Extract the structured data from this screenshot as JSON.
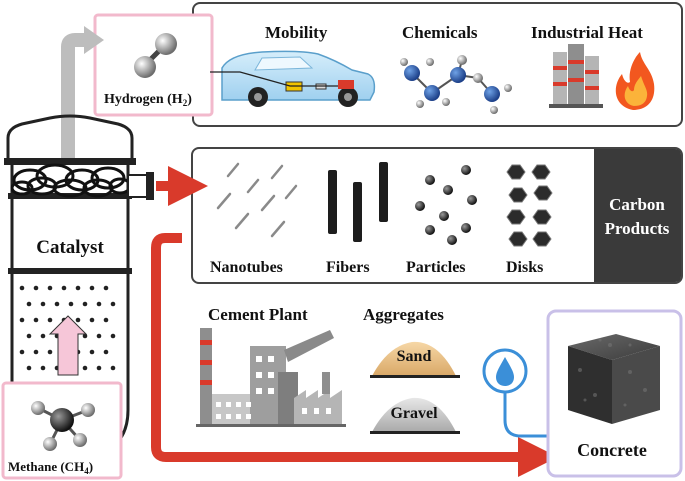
{
  "hydrogen": {
    "label": "Hydrogen (H",
    "sub": "2",
    "close": ")"
  },
  "methane": {
    "label": "Methane (CH",
    "sub": "4",
    "close": ")"
  },
  "reactor": {
    "label": "Catalyst"
  },
  "uses": {
    "mobility": "Mobility",
    "chemicals": "Chemicals",
    "industrial_heat": "Industrial Heat"
  },
  "carbon": {
    "nanotubes": "Nanotubes",
    "fibers": "Fibers",
    "particles": "Particles",
    "disks": "Disks",
    "title_line1": "Carbon",
    "title_line2": "Products"
  },
  "construction": {
    "cement_plant": "Cement Plant",
    "aggregates": "Aggregates",
    "sand": "Sand",
    "gravel": "Gravel",
    "concrete": "Concrete"
  },
  "colors": {
    "red_arrow": "#d93a2b",
    "grey_arrow": "#bdbdbd",
    "pink_border": "#f2b9cc",
    "purple_border": "#c9c0e8",
    "water_blue": "#3b8fd8",
    "dark_box": "#3a3a3a"
  }
}
